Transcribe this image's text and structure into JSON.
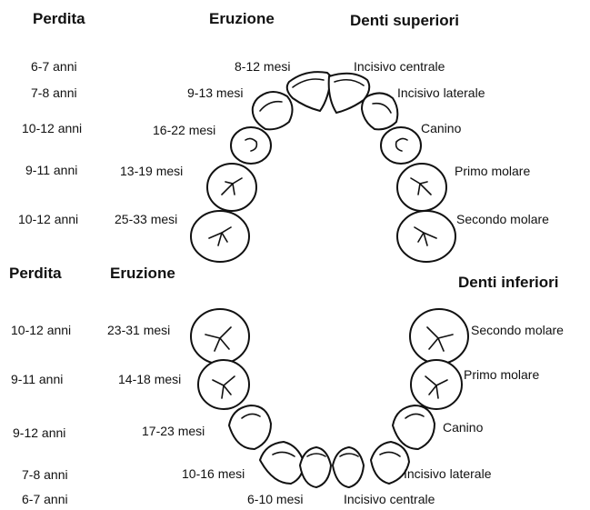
{
  "upper": {
    "loss_header": "Perdita",
    "eruption_header": "Eruzione",
    "title": "Denti superiori",
    "rows": [
      {
        "loss": "6-7 anni",
        "eruption": "8-12 mesi",
        "tooth": "Incisivo centrale"
      },
      {
        "loss": "7-8 anni",
        "eruption": "9-13 mesi",
        "tooth": "Incisivo laterale"
      },
      {
        "loss": "10-12 anni",
        "eruption": "16-22 mesi",
        "tooth": "Canino"
      },
      {
        "loss": "9-11 anni",
        "eruption": "13-19 mesi",
        "tooth": "Primo molare"
      },
      {
        "loss": "10-12 anni",
        "eruption": "25-33 mesi",
        "tooth": "Secondo molare"
      }
    ]
  },
  "lower": {
    "loss_header": "Perdita",
    "eruption_header": "Eruzione",
    "title": "Denti inferiori",
    "rows": [
      {
        "loss": "10-12 anni",
        "eruption": "23-31 mesi",
        "tooth": "Secondo molare"
      },
      {
        "loss": "9-11 anni",
        "eruption": "14-18 mesi",
        "tooth": "Primo molare"
      },
      {
        "loss": "9-12 anni",
        "eruption": "17-23 mesi",
        "tooth": "Canino"
      },
      {
        "loss": "7-8 anni",
        "eruption": "10-16 mesi",
        "tooth": "Incisivo laterale"
      },
      {
        "loss": "6-7 anni",
        "eruption": "6-10 mesi",
        "tooth": "Incisivo centrale"
      }
    ]
  }
}
